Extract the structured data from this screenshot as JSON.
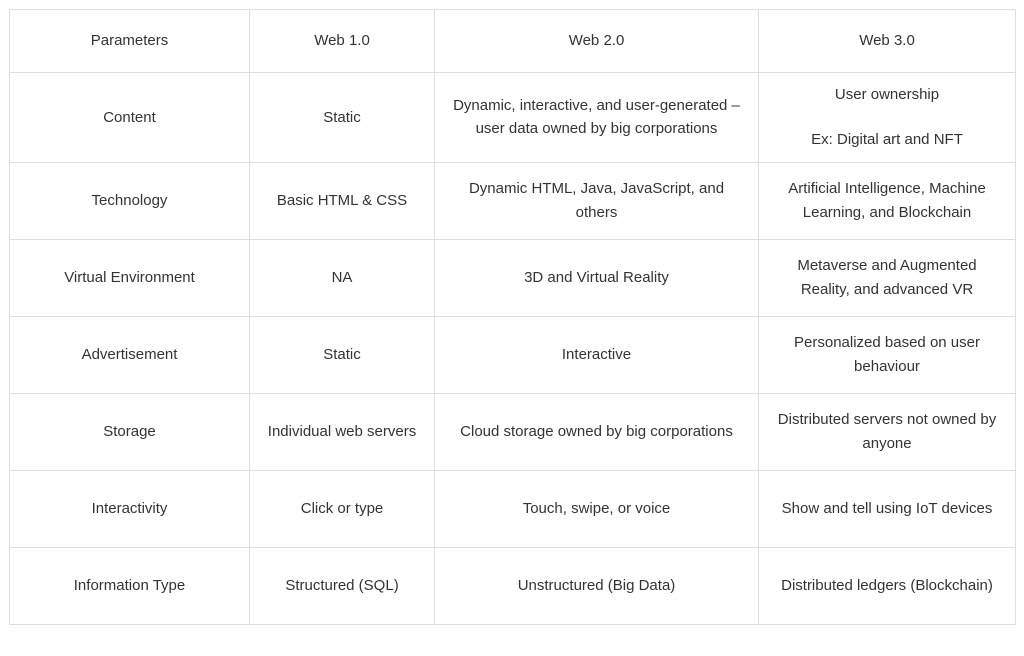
{
  "table": {
    "name": "web-evolution-comparison-table",
    "columns": [
      {
        "key": "parameters",
        "label": "Parameters"
      },
      {
        "key": "web1",
        "label": "Web 1.0"
      },
      {
        "key": "web2",
        "label": "Web 2.0"
      },
      {
        "key": "web3",
        "label": "Web 3.0"
      }
    ],
    "rows": [
      {
        "parameter": "Content",
        "web1": "Static",
        "web2": "Dynamic, interactive, and user-generated – user data owned by big corporations",
        "web3_lines": [
          "User ownership",
          "Ex: Digital art and NFT"
        ]
      },
      {
        "parameter": "Technology",
        "web1": "Basic HTML & CSS",
        "web2": "Dynamic HTML, Java, JavaScript, and others",
        "web3_lines": [
          "Artificial Intelligence, Machine Learning, and Blockchain"
        ]
      },
      {
        "parameter": "Virtual Environment",
        "web1": "NA",
        "web2": "3D and Virtual Reality",
        "web3_lines": [
          "Metaverse and Augmented Reality, and advanced VR"
        ]
      },
      {
        "parameter": "Advertisement",
        "web1": "Static",
        "web2": "Interactive",
        "web3_lines": [
          "Personalized based on user behaviour"
        ]
      },
      {
        "parameter": "Storage",
        "web1": "Individual web servers",
        "web2": "Cloud storage owned by big corporations",
        "web3_lines": [
          "Distributed servers not owned by anyone"
        ]
      },
      {
        "parameter": "Interactivity",
        "web1": "Click or type",
        "web2": "Touch, swipe, or voice",
        "web3_lines": [
          "Show and tell using IoT devices"
        ]
      },
      {
        "parameter": "Information Type",
        "web1": "Structured (SQL)",
        "web2": "Unstructured (Big Data)",
        "web3_lines": [
          "Distributed ledgers (Blockchain)"
        ]
      }
    ]
  },
  "style": {
    "border_color": "#dddddd",
    "text_color": "#333333",
    "background": "#ffffff"
  }
}
